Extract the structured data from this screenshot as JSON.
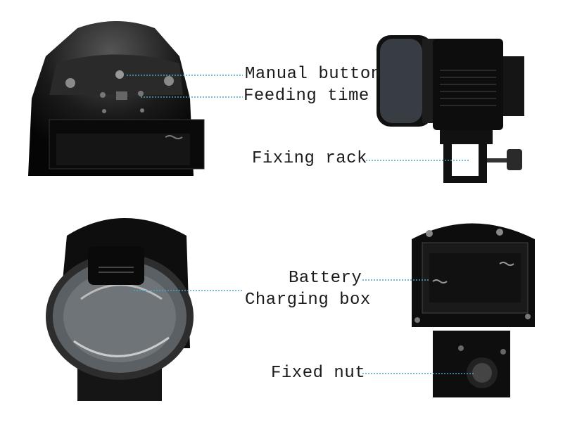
{
  "labels": {
    "manual_button": "Manual button",
    "feeding_time": "Feeding time",
    "fixing_rack": "Fixing rack",
    "battery": "Battery",
    "charging_box": "Charging box",
    "fixed_nut": "Fixed nut"
  },
  "colors": {
    "leader_line": "#4aa3c8",
    "device_body": "#111111",
    "device_highlight": "#3a3a3a",
    "text": "#1a1a1a"
  },
  "icons": {
    "photo_top_left": "feeder-top-panel-photo",
    "photo_top_right": "feeder-side-view-photo",
    "photo_bottom_left": "feeder-food-drum-photo",
    "photo_bottom_right": "feeder-battery-compartment-photo"
  }
}
